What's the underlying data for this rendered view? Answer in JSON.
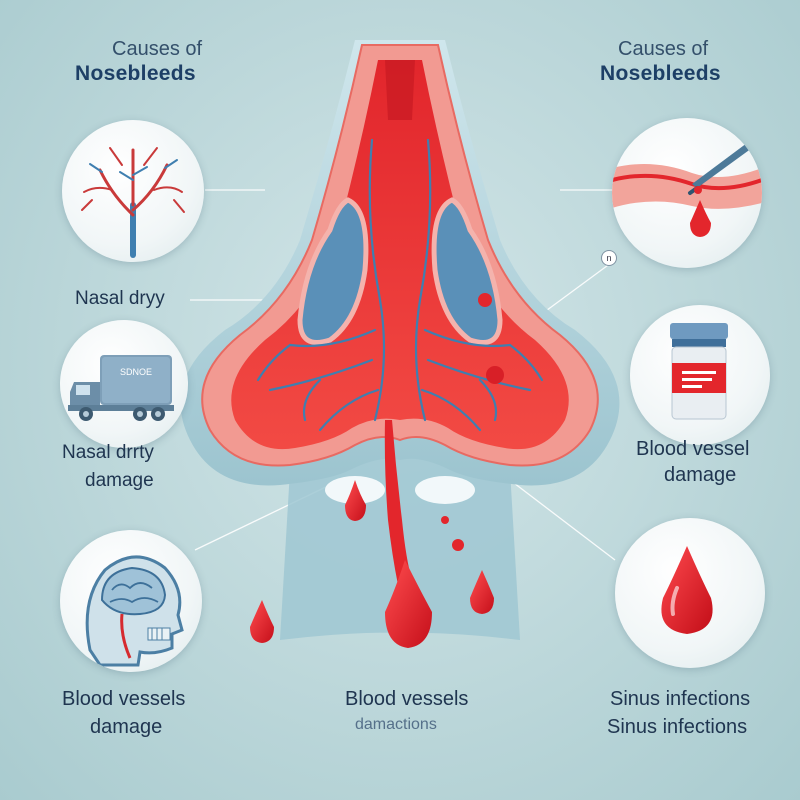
{
  "headings": {
    "left": {
      "line1": "Causes of",
      "line2": "Nosebleeds"
    },
    "right": {
      "line1": "Causes of",
      "line2": "Nosebleeds"
    }
  },
  "labels": {
    "left_1": "Nasal dryy",
    "left_2_line1": "Nasal drrty",
    "left_2_line2": "damage",
    "left_3_line1": "Blood vessels",
    "left_3_line2": "damage",
    "center_line1": "Blood vessels",
    "center_line2": "damactions",
    "right_2_line1": "Blood vessel",
    "right_2_line2": "damage",
    "right_3_line1": "Sinus infections",
    "right_3_line2": "Sinus infections"
  },
  "icons": {
    "truck_text": "SDNOE",
    "marker_text": "n"
  },
  "colors": {
    "background": "#bcd7da",
    "blood": "#e3262c",
    "vessel_blue": "#3f7fb0",
    "tissue_pink": "#f08b86",
    "text_dark": "#1f3550"
  }
}
